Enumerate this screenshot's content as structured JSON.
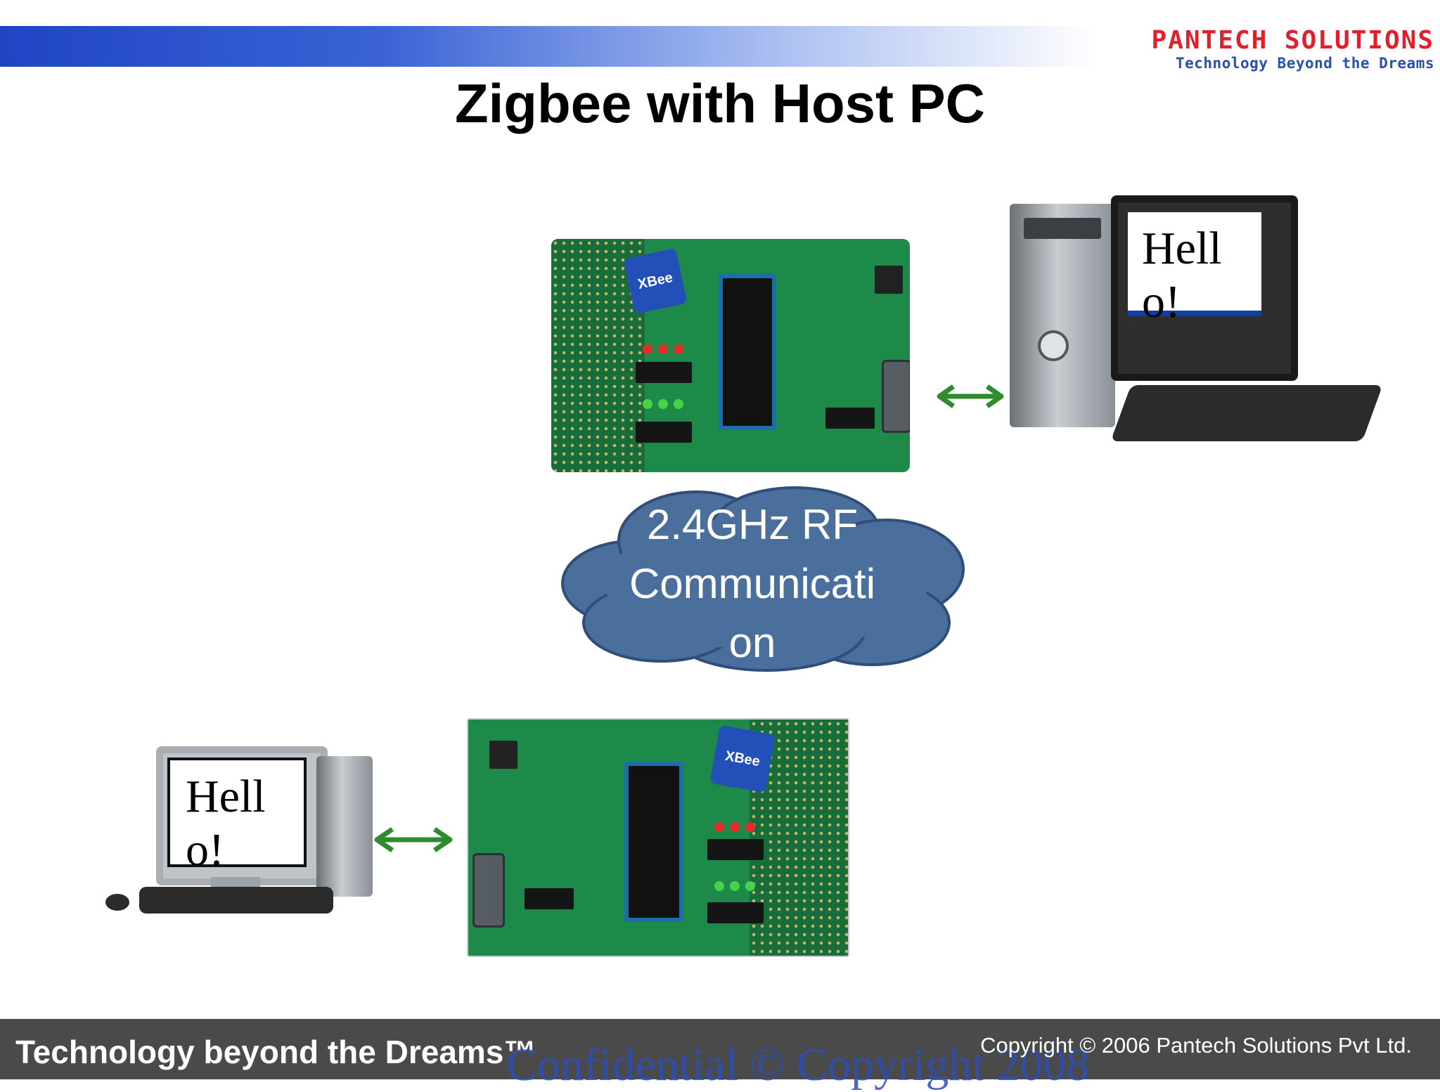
{
  "header": {
    "company_name": "PANTECH SOLUTIONS",
    "company_tagline": "Technology Beyond the Dreams"
  },
  "slide": {
    "title": "Zigbee with Host PC",
    "top_pc_screen_line1": "Hell",
    "top_pc_screen_line2": "o!",
    "bottom_pc_screen_line1": "Hell",
    "bottom_pc_screen_line2": "o!",
    "cloud_line1": "2.4GHz  RF",
    "cloud_line2": "Communicati",
    "cloud_line3": "on",
    "xbee_label": "XBee"
  },
  "footer": {
    "tagline": "Technology beyond the Dreams™",
    "copyright": "Copyright © 2006 Pantech Solutions Pvt Ltd.",
    "watermark": "Confidential © Copyright 2008"
  },
  "colors": {
    "header_blue": "#1f45c4",
    "logo_red": "#e0202a",
    "board_green": "#1e8a4a",
    "cloud_fill": "#4a6f9c",
    "arrow_green": "#2e8b2e",
    "footer_gray": "#4a4a4a"
  }
}
